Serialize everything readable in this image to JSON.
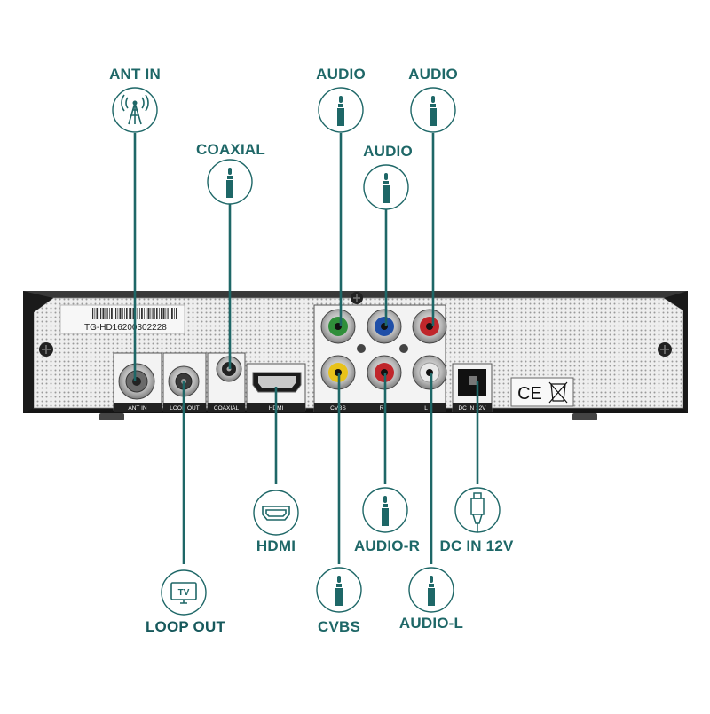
{
  "device": {
    "serial_label": "TG-HD16200302228",
    "ports": {
      "ant_in": "ANT IN",
      "loop_out": "LOOP OUT",
      "coaxial": "COAXIAL",
      "hdmi": "HDMI",
      "cvbs": "CVBS",
      "r": "R",
      "l": "L",
      "dc_in": "DC IN 12V"
    },
    "certification": "CE"
  },
  "callouts": {
    "ant_in": {
      "label": "ANT IN",
      "icon": "antenna-icon"
    },
    "coaxial": {
      "label": "COAXIAL",
      "icon": "audio-jack-icon"
    },
    "audio_green": {
      "label": "AUDIO",
      "icon": "audio-jack-icon"
    },
    "audio_blue": {
      "label": "AUDIO",
      "icon": "audio-jack-icon"
    },
    "audio_red": {
      "label": "AUDIO",
      "icon": "audio-jack-icon"
    },
    "hdmi": {
      "label": "HDMI",
      "icon": "hdmi-port-icon"
    },
    "loop_out": {
      "label": "LOOP OUT",
      "icon": "tv-icon"
    },
    "cvbs": {
      "label": "CVBS",
      "icon": "audio-jack-icon"
    },
    "audio_r": {
      "label": "AUDIO-R",
      "icon": "audio-jack-icon"
    },
    "audio_l": {
      "label": "AUDIO-L",
      "icon": "audio-jack-icon"
    },
    "dc_in": {
      "label": "DC IN 12V",
      "icon": "dc-plug-icon"
    }
  },
  "colors": {
    "teal": "#1e6767",
    "chassis": "#232323",
    "panel": "#ececec",
    "rca_green": "#2f8f3a",
    "rca_blue": "#1f4fa8",
    "rca_red": "#c0262b",
    "rca_yellow": "#e8c21a"
  }
}
